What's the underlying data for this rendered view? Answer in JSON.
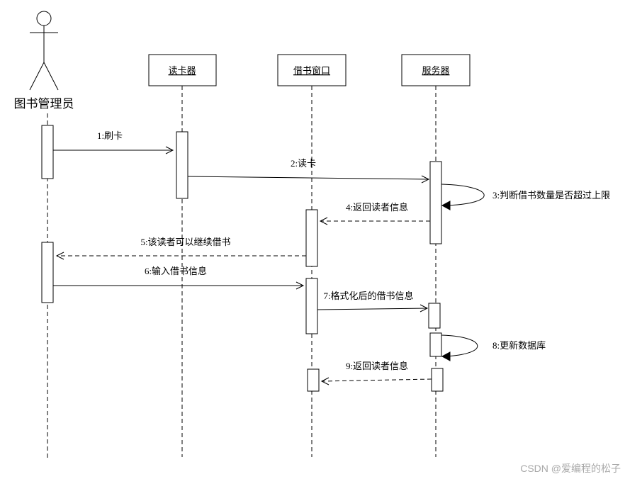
{
  "actor": {
    "name": "图书管理员"
  },
  "lifelines": [
    {
      "label": "读卡器"
    },
    {
      "label": "借书窗口"
    },
    {
      "label": "服务器"
    }
  ],
  "messages": [
    {
      "label": "1:刷卡"
    },
    {
      "label": "2:读卡"
    },
    {
      "label": "3:判断借书数量是否超过上限"
    },
    {
      "label": "4:返回读者信息"
    },
    {
      "label": "5:该读者可以继续借书"
    },
    {
      "label": "6:输入借书信息"
    },
    {
      "label": "7:格式化后的借书信息"
    },
    {
      "label": "8:更新数据库"
    },
    {
      "label": "9:返回读者信息"
    }
  ],
  "watermark": "CSDN @爱编程的松子"
}
